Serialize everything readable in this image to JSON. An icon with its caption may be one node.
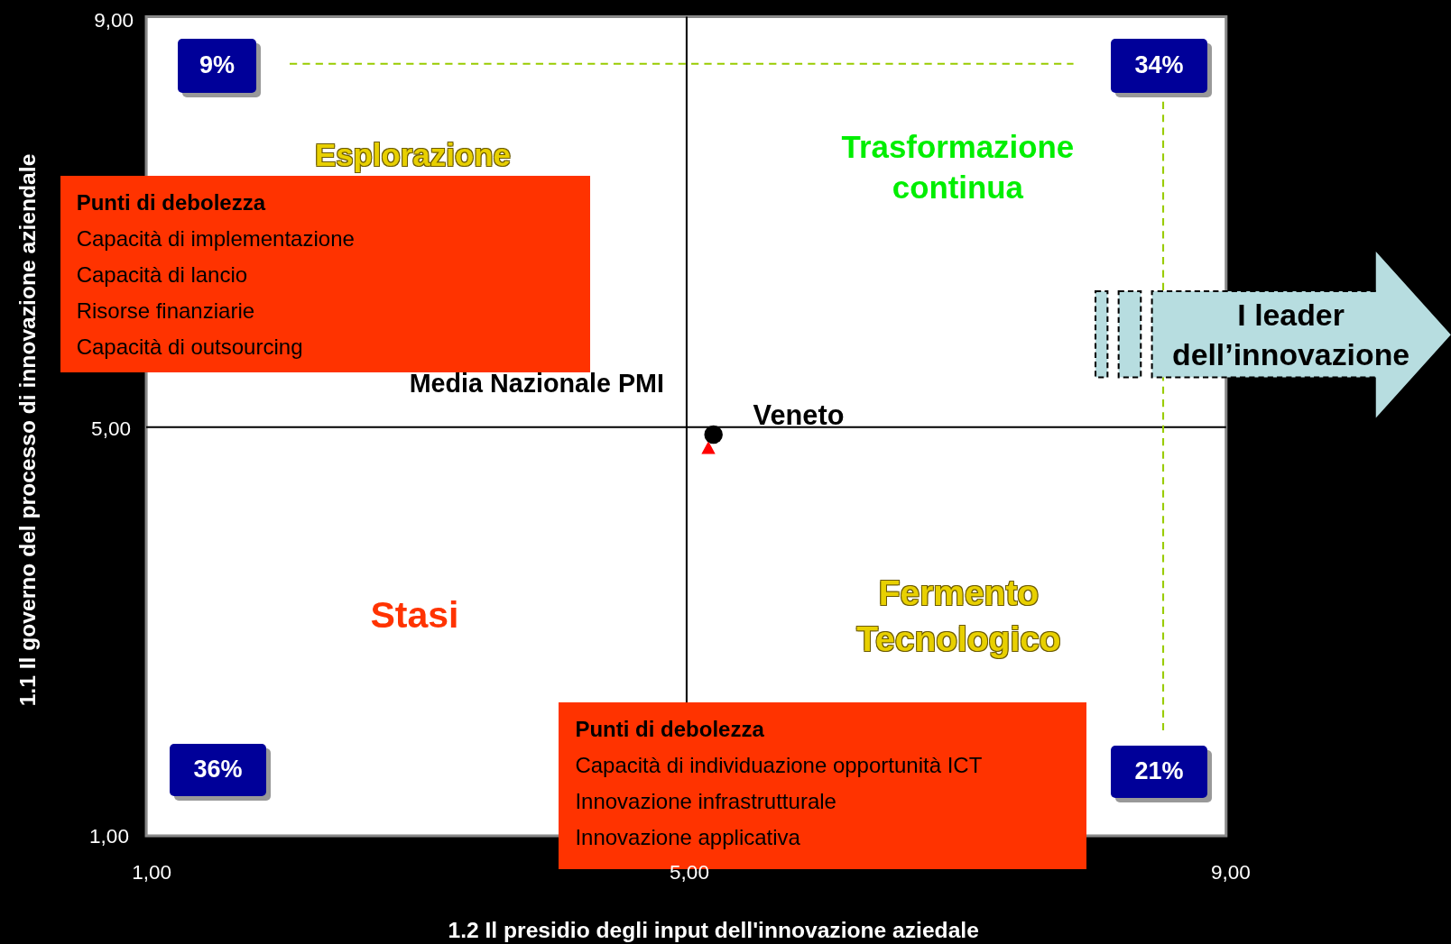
{
  "diagram": {
    "nodes": [
      {
        "text": [
          "9%"
        ]
      },
      {
        "text": [
          "34%"
        ]
      },
      {
        "text": [
          "Punti di debolezza",
          "Capacità di implementazione",
          "Capacità di lancio",
          "Risorse finanziarie",
          "Capacità di outsourcing"
        ]
      },
      {
        "text": [
          "I leader dell’innovazione"
        ]
      },
      {
        "text": [
          "36%"
        ]
      },
      {
        "text": [
          "21%"
        ]
      },
      {
        "text": [
          "Punti di debolezza",
          "Capacità di individuazione opportunità ICT",
          "Innovazione infrastrutturale",
          "Innovazione applicativa"
        ]
      }
    ],
    "labels": [
      "9,00",
      "Esplorazione",
      "Trasformazione continua",
      "Media Nazionale PMI",
      "5,00",
      "Veneto",
      "Stasi",
      "Fermento Tecnologico",
      "1,00",
      "1,00",
      "5,00",
      "9,00",
      "1.2 Il presidio degli input dell'innovazione aziedale",
      "1.1 Il governo del processo di innovazione aziendale"
    ]
  }
}
